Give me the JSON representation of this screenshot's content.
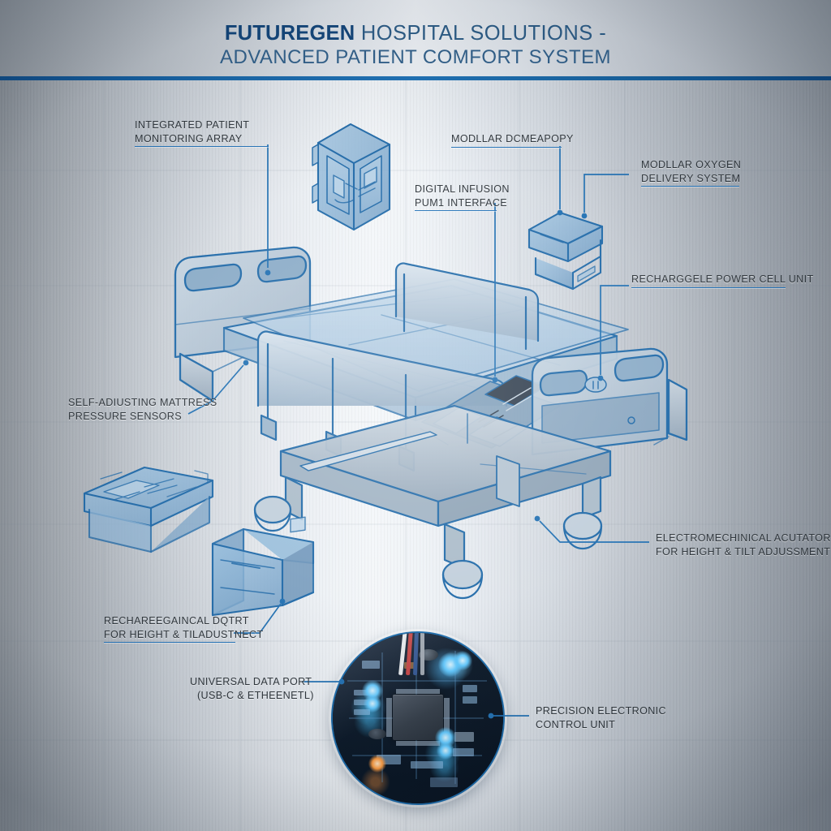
{
  "header": {
    "brand": "FUTUREGEN",
    "title_line1_rest": " HOSPITAL SOLUTIONS -",
    "title_line2": "ADVANCED PATIENT COMFORT SYSTEM"
  },
  "colors": {
    "accent_blue": "#1b6bab",
    "title_blue": "#1d4f7c",
    "rule_blue": "#2272b8",
    "cad_line": "#1f69a8",
    "cad_fill": "#8fb4d4",
    "pcb_led_cyan": "#5ec8ff",
    "background_metal": "#c8ced5"
  },
  "callouts": [
    {
      "id": "monitoring-array",
      "lines": [
        "INTEGRATED PATIENT",
        "MONITORING ARRAY"
      ]
    },
    {
      "id": "modular-display",
      "lines": [
        "MODLLAR DCMEAPOPY"
      ]
    },
    {
      "id": "oxygen-delivery",
      "lines": [
        "MODLLAR OXYGEN",
        "DELIVERY SYSTEM"
      ]
    },
    {
      "id": "infusion-pump",
      "lines": [
        "DIGITAL INFUSION",
        "PUM1 INTERFACE"
      ]
    },
    {
      "id": "power-cell",
      "lines": [
        "RECHARGGELE POWER CELL UNIT"
      ]
    },
    {
      "id": "mattress-sensors",
      "lines": [
        "SELF-ADIUSTING MATTRESS",
        "PRESSURE SENSORS"
      ]
    },
    {
      "id": "actuator",
      "lines": [
        "ELECTROMECHINICAL ACUTATOR",
        "FOR HEIGHT & TILT ADJUSSMENT"
      ]
    },
    {
      "id": "lower-left-module",
      "lines": [
        "RECHAREEGAINCAL DQTRT",
        "FOR HEIGHT & TILADUSTNECT"
      ]
    },
    {
      "id": "data-port",
      "lines": [
        "UNIVERSAL DATA PORT",
        "(USB-C & ETHEENETL)"
      ]
    },
    {
      "id": "control-unit",
      "lines": [
        "PRECISION ELECTRONIC",
        "CONTROL UNIT"
      ]
    }
  ]
}
